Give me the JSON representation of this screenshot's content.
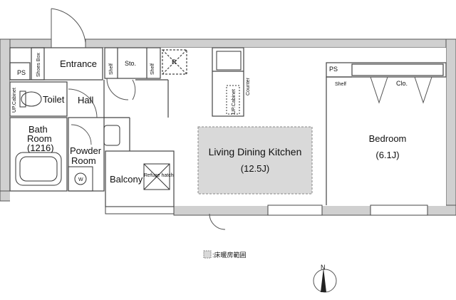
{
  "rooms": {
    "entrance": "Entrance",
    "shoes_box": "Shoes Box",
    "sto": "Sto.",
    "shelf": "Shelf",
    "ps": "PS",
    "toilet": "Toilet",
    "hall": "Hall",
    "up_cabinet": "UP.Cabinet",
    "bath_room_line1": "Bath",
    "bath_room_line2": "Room",
    "bath_room_size": "(1216)",
    "powder_room_line1": "Powder",
    "powder_room_line2": "Room",
    "washer": "W",
    "balcony": "Balcony",
    "refuge_hatch": "Refuge hatch",
    "refrigerator": "R",
    "counter": "Counter",
    "ldk": "Living Dining Kitchen",
    "ldk_size": "(12.5J)",
    "bedroom": "Bedroom",
    "bedroom_size": "(6.1J)",
    "closet": "Clo."
  },
  "legend": {
    "text": ":床暖房範囲"
  },
  "compass": {
    "label": "N"
  },
  "colors": {
    "wall": "#d0d0d0",
    "wall_stroke": "#555555",
    "floor_heating": "#d9d9d9",
    "line": "#333333"
  }
}
